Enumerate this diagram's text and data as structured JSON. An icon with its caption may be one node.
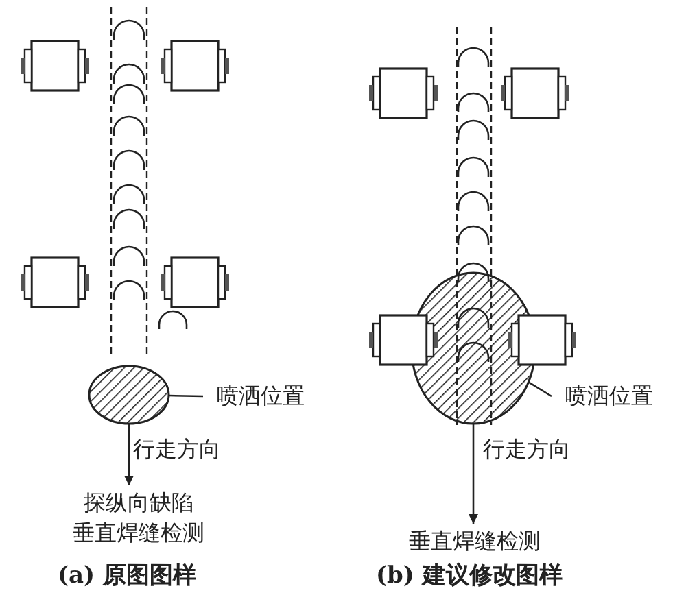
{
  "diagram": {
    "nodes": [
      {
        "text": [],
        "shape": "ellipse"
      },
      {
        "text": [
          "喷洒位置"
        ]
      },
      {
        "text": [
          "探纵向缺陷",
          "垂直焊缝检测"
        ]
      },
      {
        "text": [],
        "shape": "ellipse"
      },
      {
        "text": [
          "喷洒位置"
        ]
      },
      {
        "text": [
          "垂直焊缝检测"
        ]
      }
    ],
    "edges": [
      {
        "from": 1,
        "to": 0,
        "arrow": "none"
      },
      {
        "from": 0,
        "to": 2,
        "arrow": "to",
        "label": "行走方向"
      },
      {
        "from": 4,
        "to": 3,
        "arrow": "none"
      },
      {
        "from": 3,
        "to": 5,
        "arrow": "to",
        "label": "行走方向"
      }
    ],
    "labels": [
      "(a) 原图图样",
      "(b) 建议修改图样"
    ]
  }
}
